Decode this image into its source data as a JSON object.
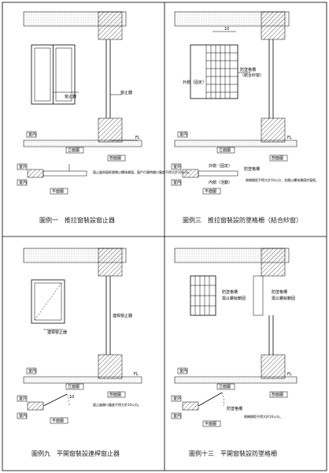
{
  "panels": [
    {
      "caption": "圖例一　推拉窗裝設窗止器",
      "labels": {
        "stopper_main": "窗止器",
        "stopper_side": "窗止器",
        "elevation": "立面圖",
        "section": "剖面圖",
        "plan": "平面圖",
        "indoor": "室內",
        "outdoor": "室外",
        "fl": "FL"
      },
      "note": "窗止器與窗框間需以螺絲鎖固。窗戶打開時開口寬度不得大於10公分。"
    },
    {
      "caption": "圖例三　推拉窗裝設防墜格柵（結合紗窗）",
      "labels": {
        "grille": "防墜格柵",
        "combine": "（結合紗窗）",
        "outer": "外側（固定）",
        "inner": "內側（活動）",
        "dim": "10",
        "elevation": "立面圖",
        "section": "剖面圖",
        "plan": "平面圖",
        "indoor": "室內",
        "outdoor": "室外",
        "fl": "FL"
      },
      "note": "格柵間距不得大於10公分，並應以螺絲鎖固於窗框。"
    },
    {
      "caption": "圖例九　平開窗裝設連桿窗止器",
      "labels": {
        "stopper": "連桿窗止器",
        "elevation": "立面圖",
        "section": "剖面圖",
        "plan": "平面圖",
        "indoor": "室內",
        "outdoor": "室外",
        "fl": "FL",
        "dim": "10"
      },
      "note": "窗止器開口寬度不得大於10公分。"
    },
    {
      "caption": "圖例十三　平開窗裝設防墜格柵",
      "labels": {
        "grille_left": "防墜格柵",
        "grille_right": "防墜格柵",
        "fix_left": "需以螺絲鎖固",
        "fix_right": "需以螺絲鎖固",
        "elevation": "立面圖",
        "section": "剖面圖",
        "plan": "平面圖",
        "indoor": "室內",
        "outdoor": "室外",
        "fl": "FL"
      },
      "note": "格柵間距不得大於10公分。"
    }
  ]
}
